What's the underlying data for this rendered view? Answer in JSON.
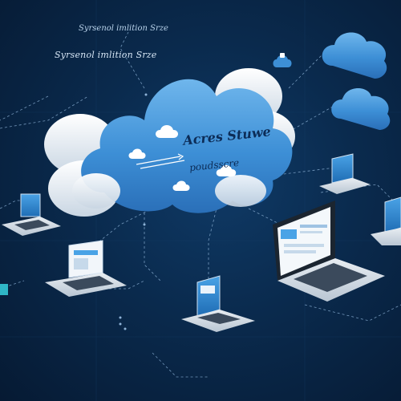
{
  "texts": {
    "caption_top": "Syrsenol imlition Srze",
    "caption_mid": "Syrsenol imlition Srze",
    "cloud_title": "Acres Stuwe",
    "cloud_sub": "poudsscre"
  },
  "colors": {
    "bg": "#0a2a4d",
    "cloud_blue": "#3d8fd6",
    "cloud_white": "#e9eef4",
    "line": "#8fb4d8"
  },
  "icons": [
    "cloud-icon",
    "laptop-icon",
    "monitor-icon",
    "lock-icon"
  ]
}
